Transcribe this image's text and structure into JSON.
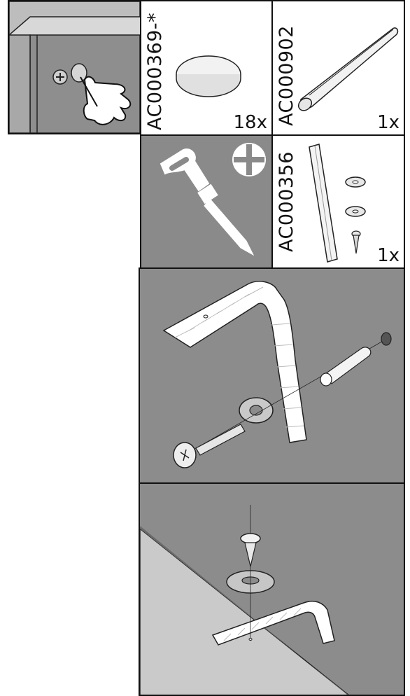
{
  "parts": [
    {
      "code": "AC000369-*",
      "quantity": "18x",
      "item": "felt-pad"
    },
    {
      "code": "AC000902",
      "quantity": "1x",
      "item": "rod"
    },
    {
      "code": "AC000356",
      "quantity": "1x",
      "item": "bracket-kit"
    }
  ],
  "tool": {
    "name": "phillips-screwdriver-icon",
    "bg_color": "#8a8a8a"
  },
  "colors": {
    "wall": "#8c8c8c",
    "wall_dark": "#6e6e6e",
    "floor": "#c8c8c8",
    "line": "#111111"
  }
}
